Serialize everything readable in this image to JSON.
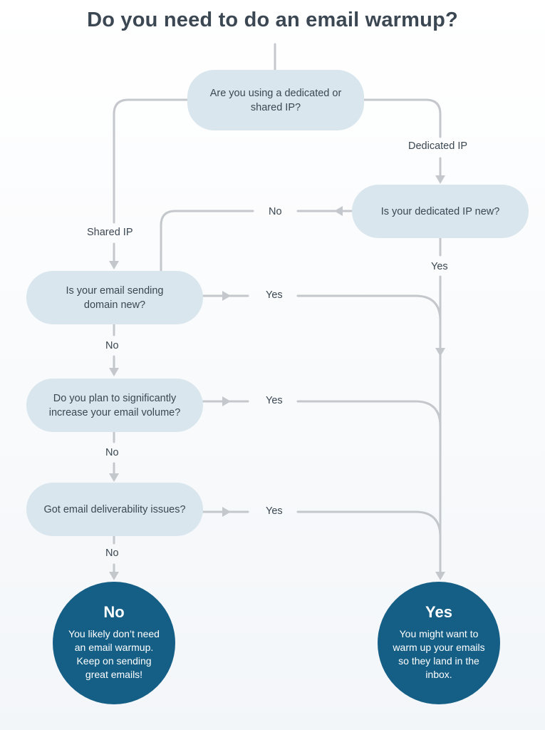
{
  "title": "Do you need to do an email warmup?",
  "nodes": {
    "dedicated_or_shared": "Are you using a dedicated or shared IP?",
    "dedicated_ip_new": "Is your dedicated IP new?",
    "sending_domain_new": "Is your email sending domain new?",
    "increase_volume": "Do you plan to significantly increase your email volume?",
    "deliverability_issues": "Got email deliverability issues?"
  },
  "edge_labels": {
    "dedicated_ip": "Dedicated IP",
    "shared_ip": "Shared IP",
    "ip_new_no": "No",
    "ip_new_yes": "Yes",
    "domain_yes": "Yes",
    "domain_no": "No",
    "volume_yes": "Yes",
    "volume_no": "No",
    "issues_yes": "Yes",
    "issues_no": "No"
  },
  "results": {
    "no": {
      "title": "No",
      "text": "You likely don’t need an email warmup. Keep on sending great emails!"
    },
    "yes": {
      "title": "Yes",
      "text": "You might want to warm up your emails so they land in the inbox."
    }
  },
  "colors": {
    "node_fill": "#d9e6ee",
    "connector": "#c4c8cc",
    "result_fill": "#155f86",
    "title_text": "#3b4752"
  }
}
